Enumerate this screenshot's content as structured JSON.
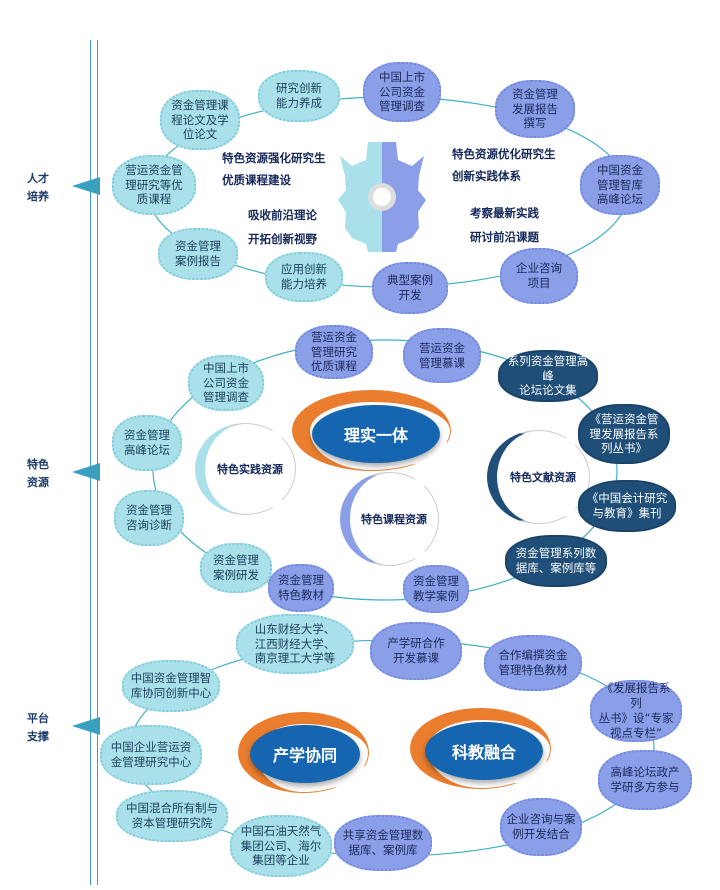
{
  "sections": [
    {
      "label": "人才\n培养"
    },
    {
      "label": "特色\n资源"
    },
    {
      "label": "平台\n支撑"
    }
  ],
  "talent": {
    "n1": "研究创新\n能力养成",
    "n2": "资金管理课\n程论文及学\n位论文",
    "n3": "中国上市\n公司资金\n管理调查",
    "n4": "资金管理\n发展报告\n撰写",
    "n5": "营运资金管\n理研究等优\n质课程",
    "n6": "中国资金\n管理智库\n高峰论坛",
    "n7": "资金管理\n案例报告",
    "n8": "应用创新\n能力培养",
    "n9": "典型案例\n开发",
    "n10": "企业咨询\n项目",
    "t1": "特色资源强化研究生",
    "t2": "优质课程建设",
    "t3": "特色资源优化研究生",
    "t4": "创新实践体系",
    "t5": "吸收前沿理论",
    "t6": "开拓创新视野",
    "t7": "考察最新实践",
    "t8": "研讨前沿课题"
  },
  "resources": {
    "core": "理实一体",
    "c1": "特色实践资源",
    "c2": "特色文献资源",
    "c3": "特色课程资源",
    "n1": "营运资金\n管理研究\n优质课程",
    "n2": "营运资金\n管理慕课",
    "n3": "系列资金管理高峰\n论坛论文集",
    "n4": "中国上市\n公司资金\n管理调查",
    "n5": "资金管理\n高峰论坛",
    "n6": "《营运资金管\n理发展报告系\n列丛书》",
    "n7": "资金管理\n咨询诊断",
    "n8": "《中国会计研究\n与教育》集刊",
    "n9": "资金管理\n案例研发",
    "n10": "资金管理系列数\n据库、案例库等",
    "n11": "资金管理\n特色教材",
    "n12": "资金管理\n教学案例"
  },
  "platform": {
    "core1": "产学协同",
    "core2": "科教融合",
    "n1": "山东财经大学、\n江西财经大学、\n南京理工大学等",
    "n2": "产学研合作\n开发慕课",
    "n3": "合作编撰资金\n管理特色教材",
    "n4": "中国资金管理智\n库协同创新中心",
    "n5": "《发展报告系列\n丛书》设“专家\n视点专栏”",
    "n6": "中国企业营运资\n金管理研究中心",
    "n7": "高峰论坛政产\n学研多方参与",
    "n8": "中国混合所有制与\n资本管理研究院",
    "n9": "企业咨询与案\n例开发结合",
    "n10": "中国石油天然气\n集团公司、海尔\n集团等企业",
    "n11": "共享资金管理数\n据库、案例库"
  }
}
